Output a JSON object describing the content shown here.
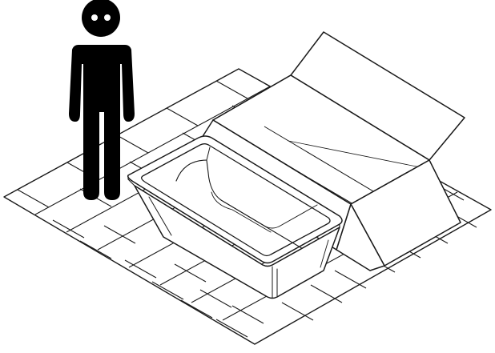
{
  "illustration": {
    "subjects": [
      "person-figure",
      "bathtub",
      "cardboard-box",
      "tiled-floor"
    ]
  },
  "colors": {
    "background": "#ffffff",
    "line": "#1a1a1a",
    "figure_fill": "#000000",
    "eye_fill": "#ffffff"
  }
}
